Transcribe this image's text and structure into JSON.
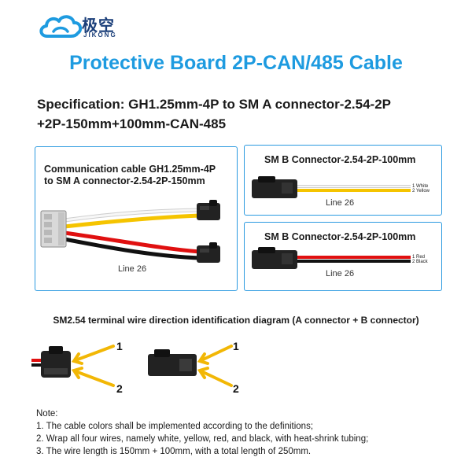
{
  "brand": {
    "name_cn": "极空",
    "name_en": "JIKONG"
  },
  "title": "Protective Board 2P-CAN/485 Cable",
  "specification": {
    "line1": "Specification: GH1.25mm-4P to SM A connector-2.54-2P",
    "line2": "+2P-150mm+100mm-CAN-485"
  },
  "panel_left": {
    "title_line1": "Communication cable GH1.25mm-4P",
    "title_line2": "to SM A connector-2.54-2P-150mm",
    "line_label": "Line 26"
  },
  "panel_right_top": {
    "title": "SM B Connector-2.54-2P-100mm",
    "wire1": "1 White",
    "wire2": "2 Yellow",
    "line_label": "Line 26"
  },
  "panel_right_bottom": {
    "title": "SM B Connector-2.54-2P-100mm",
    "wire1": "1 Red",
    "wire2": "2 Black",
    "line_label": "Line 26"
  },
  "diagram": {
    "title": "SM2.54 terminal wire direction identification diagram (A connector + B connector)",
    "label1": "1",
    "label2": "2"
  },
  "notes": {
    "heading": "Note:",
    "items": [
      "1. The cable colors shall be implemented according to the definitions;",
      "2. Wrap all four wires, namely white, yellow, red, and black, with heat-shrink tubing;",
      "3. The wire length is 150mm + 100mm, with a total length of 250mm."
    ]
  },
  "colors": {
    "accent": "#1e9be0",
    "panel_border": "#2b9ae0",
    "wire_white": "#e6e6e6",
    "wire_yellow": "#f5c400",
    "wire_red": "#e01010",
    "wire_black": "#111111",
    "connector": "#222222"
  }
}
